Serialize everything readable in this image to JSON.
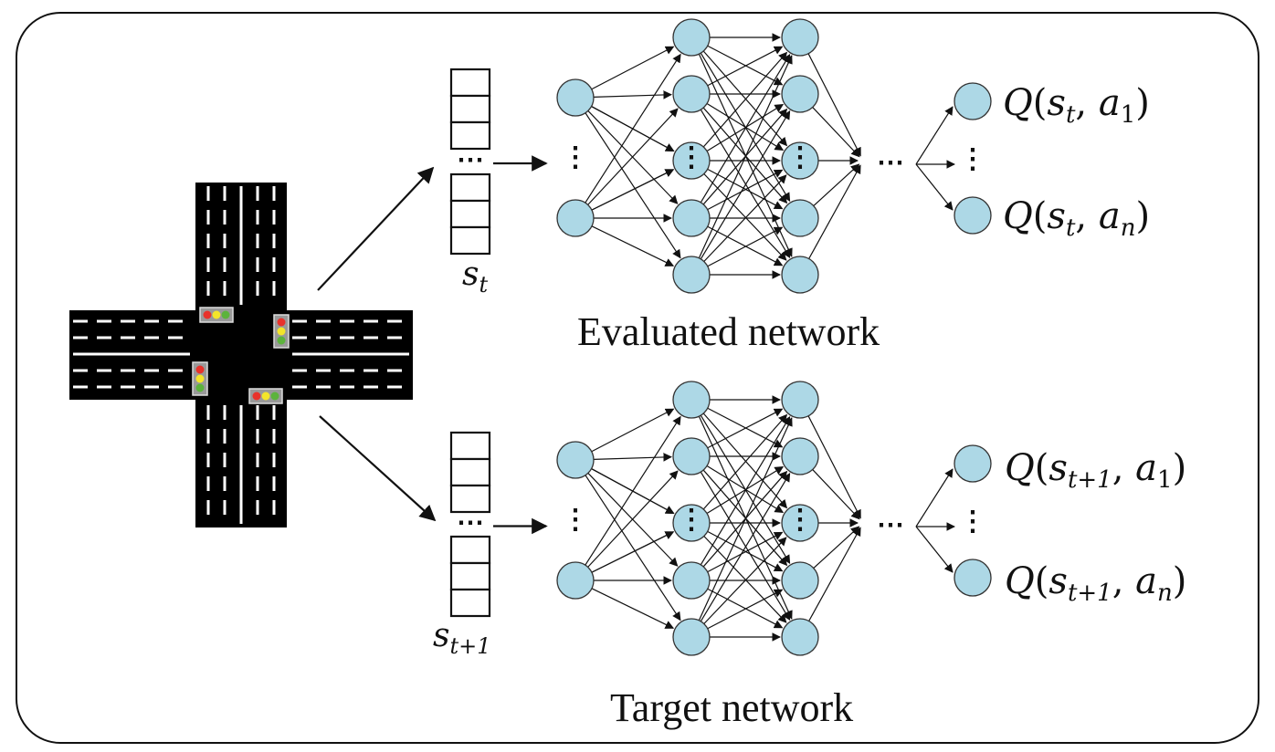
{
  "captions": {
    "evaluated": "Evaluated network",
    "target": "Target network"
  },
  "state_labels": {
    "current": {
      "base": "s",
      "sub": "t"
    },
    "next": {
      "base": "s",
      "sub": "t+1"
    }
  },
  "outputs": {
    "evaluated": [
      {
        "q": "Q",
        "s_sub": "t",
        "a_sub": "1"
      },
      {
        "q": "Q",
        "s_sub": "t",
        "a_sub": "n"
      }
    ],
    "target": [
      {
        "q": "Q",
        "s_sub": "t+1",
        "a_sub": "1"
      },
      {
        "q": "Q",
        "s_sub": "t+1",
        "a_sub": "n"
      }
    ]
  },
  "ellipsis": "⋯",
  "vellipsis": "⋮",
  "colors": {
    "node_fill": "#add8e6",
    "road": "#000000",
    "lane_mark": "#ffffff",
    "light_red": "#e8322b",
    "light_yellow": "#f3e52a",
    "light_green": "#5cb33c",
    "light_housing": "#777777"
  },
  "icons": {
    "intersection": "road-intersection-icon",
    "traffic_light": "traffic-light-icon"
  }
}
